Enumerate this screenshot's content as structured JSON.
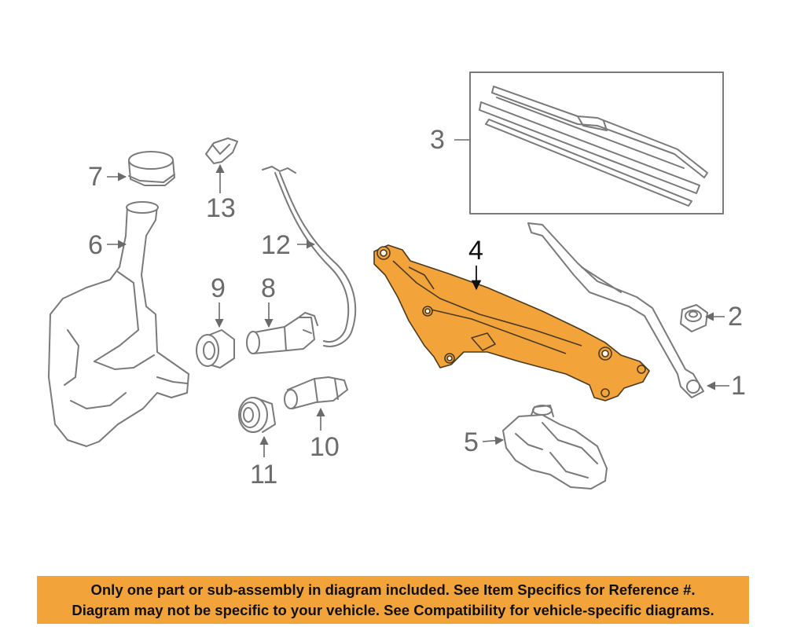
{
  "callouts": {
    "c1": "1",
    "c2": "2",
    "c3": "3",
    "c4": "4",
    "c5": "5",
    "c6": "6",
    "c7": "7",
    "c8": "8",
    "c9": "9",
    "c10": "10",
    "c11": "11",
    "c12": "12",
    "c13": "13"
  },
  "banner": {
    "line1": "Only one part or sub-assembly in diagram included. See Item Specifics for Reference #.",
    "line2": "Diagram may not be specific to your vehicle. See Compatibility for vehicle-specific diagrams."
  },
  "colors": {
    "line": "#7a7a7a",
    "highlight_fill": "#f2a33a",
    "banner_bg": "#f2a33a"
  }
}
